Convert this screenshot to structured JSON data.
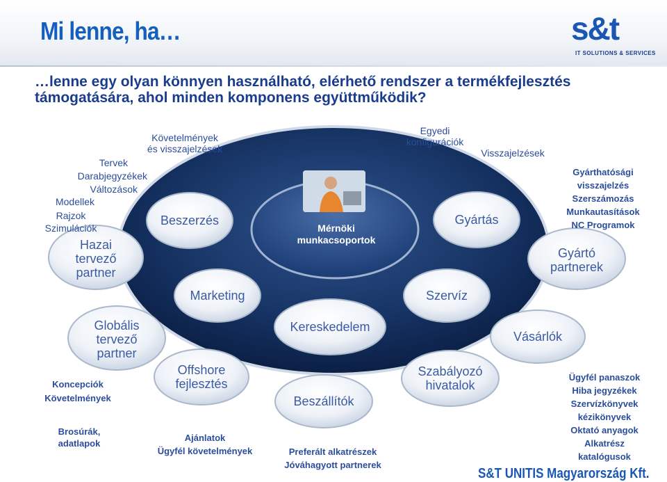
{
  "header": {
    "title": "Mi lenne, ha…",
    "subtitle_line1": "…lenne egy olyan könnyen használható, elérhető rendszer a termékfejlesztés",
    "subtitle_line2": "támogatására, ahol minden komponens együttműködik?"
  },
  "logo": {
    "mark": "s&t",
    "tagline": "IT SOLUTIONS & SERVICES"
  },
  "center": {
    "line1": "Mérnöki",
    "line2": "munkacsoportok"
  },
  "bubbles": {
    "hazai": [
      "Hazai",
      "tervező",
      "partner"
    ],
    "beszerzes": "Beszerzés",
    "gyartas": "Gyártás",
    "gyarto": [
      "Gyártó",
      "partnerek"
    ],
    "marketing": "Marketing",
    "szerviz": "Szervíz",
    "globalis": [
      "Globális",
      "tervező",
      "partner"
    ],
    "kereskedelem": "Kereskedelem",
    "vasarlok": "Vásárlók",
    "offshore": [
      "Offshore",
      "fejlesztés"
    ],
    "beszallitok": "Beszállítók",
    "szabalyozo": [
      "Szabályozó",
      "hivatalok"
    ]
  },
  "labels": {
    "kovetelmenyek_top": [
      "Követelmények",
      "és visszajelzések"
    ],
    "egyedi": [
      "Egyedi",
      "konfigurációk"
    ],
    "visszajelzesek": "Visszajelzések",
    "tervek": "Tervek",
    "darabjegyzekek": "Darabjegyzékek",
    "valtozasok": "Változások",
    "modellek": "Modellek",
    "rajzok": "Rajzok",
    "szimulaciok": "Szimulációk",
    "gyarthatosagi": [
      "Gyárthatósági",
      "visszajelzés",
      "Szerszámozás",
      "Munkautasítások",
      "NC Programok"
    ],
    "koncepciok": [
      "Koncepciók",
      "Követelmények"
    ],
    "brosurak": [
      "Brosúrák,",
      "adatlapok"
    ],
    "ajanlatok": [
      "Ajánlatok",
      "Ügyfél követelmények"
    ],
    "preferalt": [
      "Preferált alkatrészek",
      "Jóváhagyott partnerek"
    ],
    "ugyfel": [
      "Ügyfél panaszok",
      "Hiba jegyzékek",
      "Szervízkönyvek",
      "kézikönyvek",
      "Oktató anyagok",
      "Alkatrész",
      "katalógusok"
    ]
  },
  "footer": "S&T UNITIS Magyarország Kft.",
  "colors": {
    "title": "#1560bd",
    "subtitle": "#1a3c8c",
    "label": "#2b4d9b",
    "ring": "#0f2a5c",
    "center": "#203f78"
  }
}
